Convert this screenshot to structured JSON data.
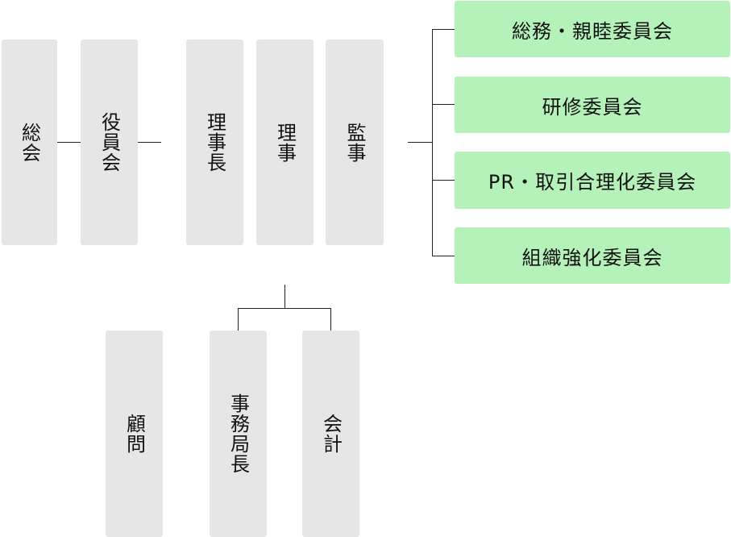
{
  "org": {
    "sokai": "総会",
    "yakuinkai": "役員会",
    "rijicho": "理事長",
    "riji": "理事",
    "kanji": "監事",
    "komon": "顧問",
    "jimukyokucho": "事務局長",
    "kaikei": "会計"
  },
  "committees": [
    {
      "label": "総務・親睦委員会"
    },
    {
      "label": "研修委員会"
    },
    {
      "label": "PR・取引合理化委員会"
    },
    {
      "label": "組織強化委員会"
    }
  ],
  "colors": {
    "box_gray": "#e6e6e6",
    "box_green": "#b4f2b9",
    "line": "#222222"
  }
}
